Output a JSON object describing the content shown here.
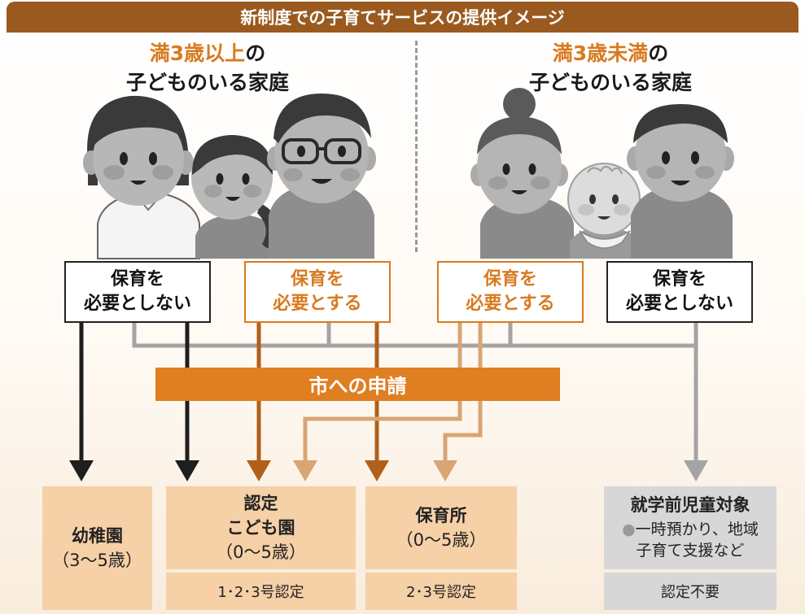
{
  "title": "新制度での子育てサービスの提供イメージ",
  "families": {
    "left": {
      "accent": "満3歳以上",
      "suffix": "の",
      "line2": "子どものいる家庭"
    },
    "right": {
      "accent": "満3歳未満",
      "suffix": "の",
      "line2": "子どものいる家庭"
    }
  },
  "needs": [
    {
      "line1": "保育を",
      "line2": "必要としない"
    },
    {
      "line1": "保育を",
      "line2": "必要とする"
    },
    {
      "line1": "保育を",
      "line2": "必要とする"
    },
    {
      "line1": "保育を",
      "line2": "必要としない"
    }
  ],
  "application": "市への申請",
  "facilities": {
    "kindergarten": {
      "name": "幼稚園",
      "sub": "（3〜5歳）"
    },
    "kodomoen": {
      "name1": "認定",
      "name2": "こども園",
      "sub": "（0〜5歳）",
      "cert": "1･2･3号認定"
    },
    "nursery": {
      "name": "保育所",
      "sub": "（0〜5歳）",
      "cert": "2･3号認定"
    },
    "preschool": {
      "name": "就学前児童対象",
      "bullet": "●",
      "line1": "一時預かり、地域",
      "line2": "子育て支援など",
      "cert": "認定不要"
    }
  },
  "colors": {
    "title_bar": "#9a5a1f",
    "accent_orange": "#d87a1f",
    "application_bar": "#e07e22",
    "peach_box": "#f6d0a7",
    "gray_box": "#d7d7d7",
    "black_arrow": "#1e1e1e",
    "brown_arrow": "#b0601a",
    "light_arrow": "#d9a574",
    "gray_line": "#a4a4a4"
  }
}
